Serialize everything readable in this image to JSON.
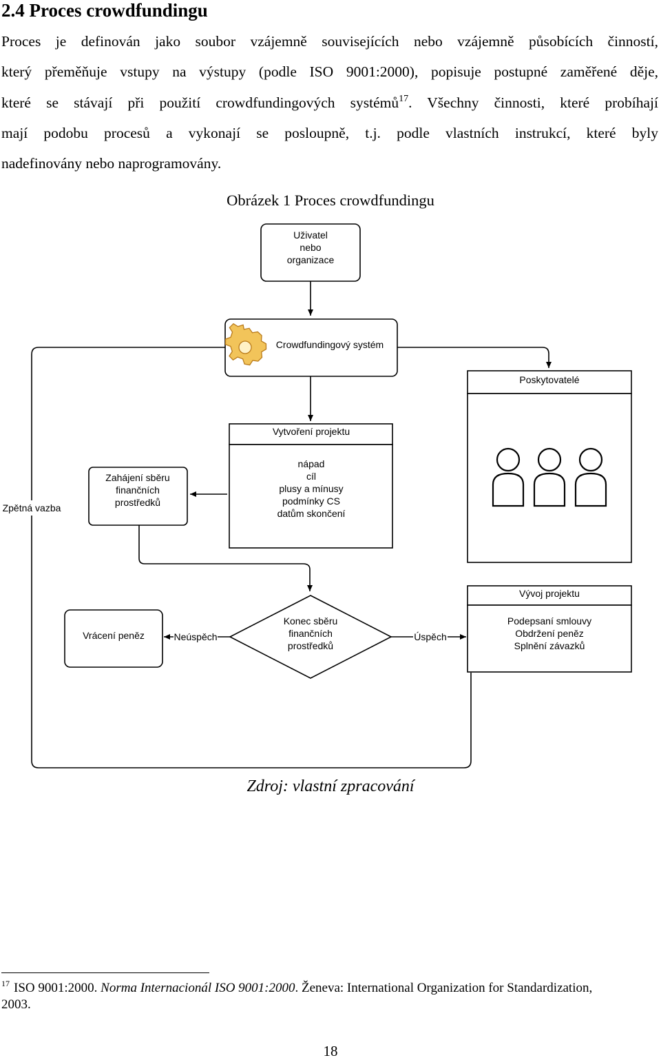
{
  "heading": "2.4 Proces crowdfundingu",
  "paragraph": {
    "line1": "Proces je definován jako soubor vzájemně souvisejících nebo vzájemně působících činností,",
    "line2": "který přeměňuje vstupy na výstupy (podle ISO 9001:2000), popisuje postupné zaměřené děje,",
    "line3_before": "které se stávají při použití crowdfundingových systémů",
    "line3_ref": "17",
    "line3_after": ". Všechny činnosti, které probíhají",
    "line4": "mají podobu procesů a vykonají se posloupně, t.j. podle vlastních instrukcí, které byly",
    "line5": "nadefinovány nebo naprogramovány."
  },
  "figure_caption": "Obrázek 1 Proces crowdfundingu",
  "diagram": {
    "user": [
      "Uživatel",
      "nebo",
      "organizace"
    ],
    "system": "Crowdfundingový systém",
    "providers": "Poskytovatelé",
    "project_creation": "Vytvoření projektu",
    "project_details": [
      "nápad",
      "cíl",
      "plusy a mínusy",
      "podmínky CS",
      "datům skončení"
    ],
    "funding_start": [
      "Zahájení sběru",
      "finančních",
      "prostředků"
    ],
    "feedback": "Zpětná vazba",
    "funding_end": [
      "Konec sběru",
      "finančních",
      "prostředků"
    ],
    "failure": "Neúspěch",
    "success": "Úspěch",
    "refund": "Vrácení peněz",
    "project_dev": "Vývoj projektu",
    "dev_steps": [
      "Podepsaní smlouvy",
      "Obdržení peněz",
      "Splnění závazků"
    ],
    "colors": {
      "gear_fill": "#f2c45a",
      "gear_stroke": "#b97a1a"
    },
    "icons": [
      "gear-icon",
      "person-icon"
    ]
  },
  "source_note": "Zdroj: vlastní zpracování",
  "footnote": {
    "number": "17",
    "text_before": "ISO 9001:2000. ",
    "title": "Norma Internacionál ISO 9001:2000",
    "text_after": ". Ženeva: International Organization for Standardization,",
    "line2": "2003."
  },
  "page_number": "18"
}
